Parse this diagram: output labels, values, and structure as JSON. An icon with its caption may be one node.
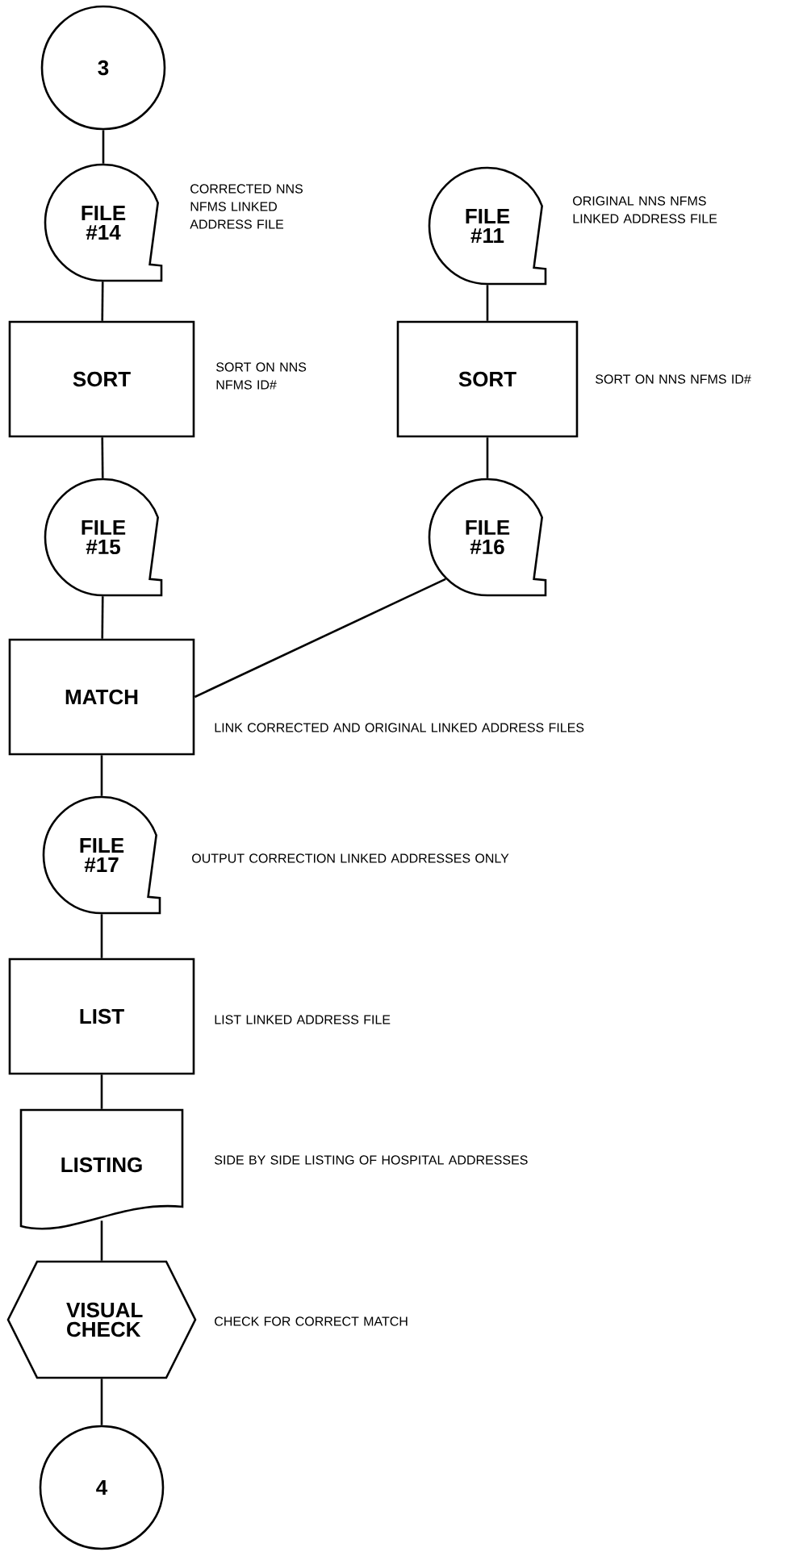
{
  "diagram": {
    "nodes": [
      {
        "text": [
          "3"
        ]
      },
      {
        "text": [
          "FILE #14"
        ],
        "beside": [
          "CORRECTED NNS NFMS LINKED ADDRESS FILE"
        ]
      },
      {
        "text": [
          "FILE #11"
        ],
        "beside": [
          "ORIGINAL NNS NFMS LINKED ADDRESS FILE"
        ]
      },
      {
        "text": [
          "SORT"
        ],
        "beside": [
          "SORT ON NNS NFMS ID#"
        ]
      },
      {
        "text": [
          "SORT"
        ],
        "beside": [
          "SORT ON NNS NFMS ID#"
        ]
      },
      {
        "text": [
          "FILE #15"
        ]
      },
      {
        "text": [
          "FILE #16"
        ]
      },
      {
        "text": [
          "MATCH"
        ],
        "beside": [
          "LINK CORRECTED AND ORIGINAL LINKED ADDRESS FILES"
        ]
      },
      {
        "text": [
          "FILE #17"
        ],
        "beside": [
          "OUTPUT CORRECTION LINKED ADDRESSES ONLY"
        ]
      },
      {
        "text": [
          "LIST"
        ],
        "beside": [
          "LIST LINKED ADDRESS FILE"
        ]
      },
      {
        "text": [
          "LISTING"
        ],
        "beside": [
          "SIDE BY SIDE LISTING OF HOSPITAL ADDRESSES"
        ]
      },
      {
        "text": [
          "VISUAL CHECK"
        ],
        "beside": [
          "CHECK FOR CORRECT MATCH"
        ]
      },
      {
        "text": [
          "4"
        ]
      }
    ],
    "edges": [
      {
        "from": 0,
        "to": 1,
        "arrow": "none"
      },
      {
        "from": 1,
        "to": 3,
        "arrow": "none"
      },
      {
        "from": 2,
        "to": 4,
        "arrow": "none"
      },
      {
        "from": 3,
        "to": 5,
        "arrow": "none"
      },
      {
        "from": 4,
        "to": 6,
        "arrow": "none"
      },
      {
        "from": 5,
        "to": 7,
        "arrow": "none"
      },
      {
        "from": 6,
        "to": 7,
        "arrow": "none"
      },
      {
        "from": 7,
        "to": 8,
        "arrow": "none"
      },
      {
        "from": 8,
        "to": 9,
        "arrow": "none"
      },
      {
        "from": 9,
        "to": 10,
        "arrow": "none"
      },
      {
        "from": 10,
        "to": 11,
        "arrow": "none"
      },
      {
        "from": 11,
        "to": 12,
        "arrow": "none"
      }
    ]
  }
}
